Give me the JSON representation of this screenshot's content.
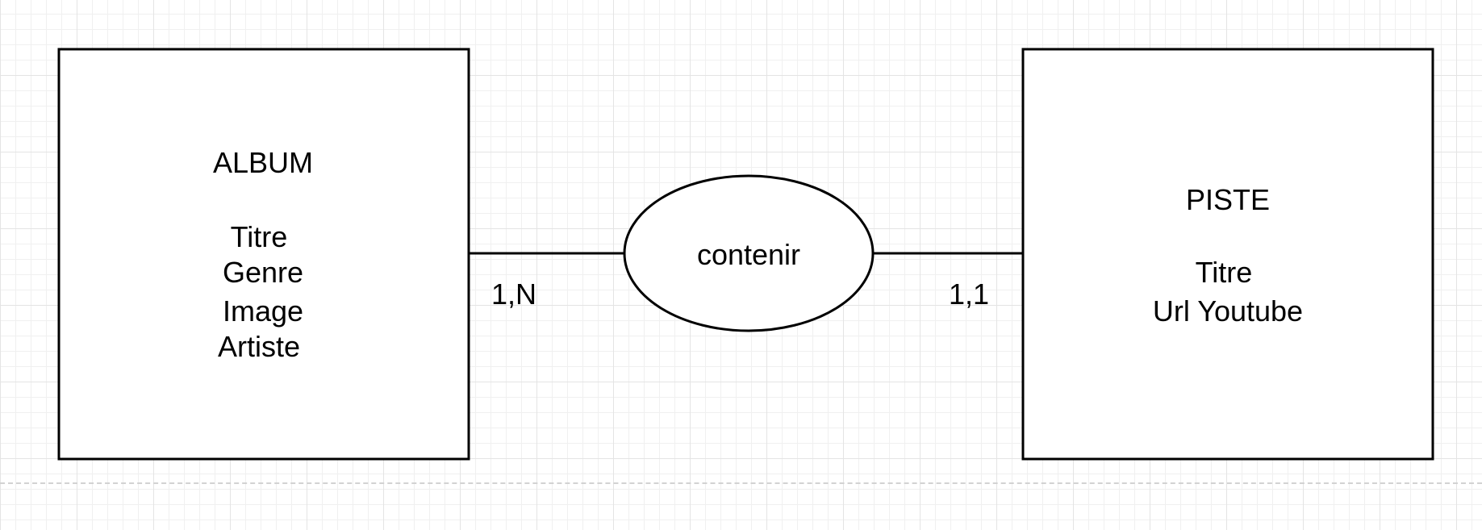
{
  "diagram": {
    "entities": [
      {
        "id": "album",
        "name": "ALBUM",
        "attributes": [
          "Titre",
          "Genre",
          "Image",
          "Artiste"
        ]
      },
      {
        "id": "piste",
        "name": "PISTE",
        "attributes": [
          "Titre",
          "Url Youtube"
        ]
      }
    ],
    "relationship": {
      "name": "contenir"
    },
    "cardinalities": {
      "album_side": "1,N",
      "piste_side": "1,1"
    }
  },
  "colors": {
    "stroke": "#000000",
    "background": "#ffffff",
    "grid": "#e4e4e4"
  }
}
